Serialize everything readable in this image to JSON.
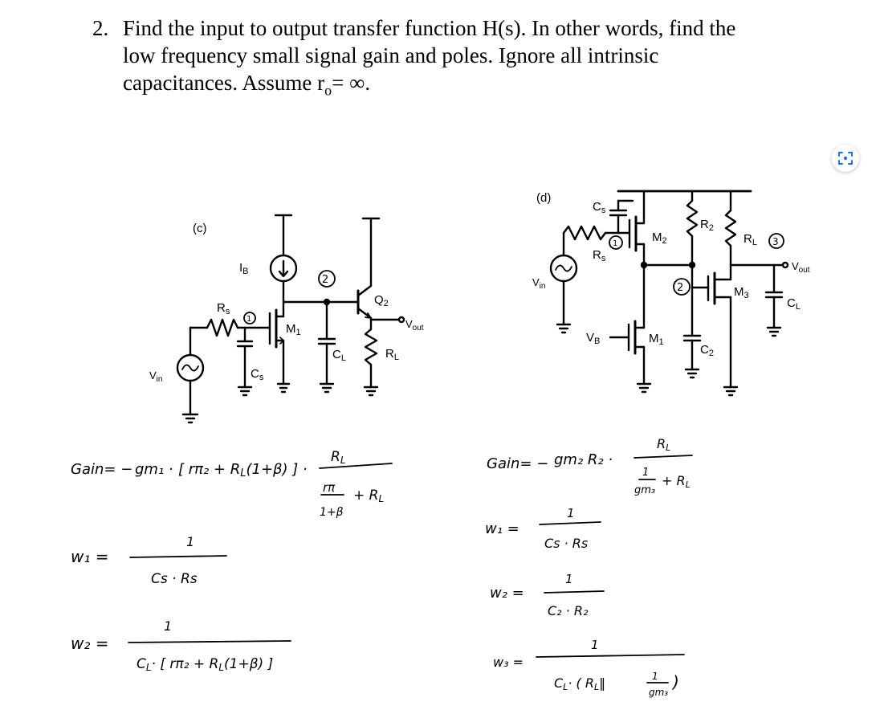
{
  "problem": {
    "number": "2.",
    "lines": [
      "Find the input to output transfer function H(s). In other words, find the",
      "low frequency small signal gain and poles. Ignore all intrinsic",
      "capacitances. Assume r",
      "o",
      "= ∞."
    ]
  },
  "circuit_c": {
    "label": "(c)",
    "vin": "V",
    "vin_sub": "in",
    "ib": "I",
    "ib_sub": "B",
    "rs": "R",
    "rs_sub": "s",
    "m1": "M",
    "m1_sub": "1",
    "cs": "C",
    "cs_sub": "s",
    "cl": "C",
    "cl_sub": "L",
    "q2": "Q",
    "q2_sub": "2",
    "rl": "R",
    "rl_sub": "L",
    "vout": "V",
    "vout_sub": "out",
    "node1": "1",
    "node2": "2"
  },
  "circuit_d": {
    "label": "(d)",
    "vin": "V",
    "vin_sub": "in",
    "cs": "C",
    "cs_sub": "s",
    "rs": "R",
    "rs_sub": "s",
    "m2": "M",
    "m2_sub": "2",
    "r2": "R",
    "r2_sub": "2",
    "rl": "R",
    "rl_sub": "L",
    "vout": "V",
    "vout_sub": "out",
    "m3": "M",
    "m3_sub": "3",
    "cl": "C",
    "cl_sub": "L",
    "vb": "V",
    "vb_sub": "B",
    "m1": "M",
    "m1_sub": "1",
    "c2": "C",
    "c2_sub": "2",
    "node1": "1",
    "node2": "2",
    "node3": "3"
  },
  "handwriting_c": {
    "gain_prefix": "Gain= −",
    "gm1": "gm₁ ·",
    "bracket": "[ rπ₂ + R",
    "bracket2": "L",
    "bracket3": "(1+β) ] ·",
    "frac_num": "R",
    "frac_num_sub": "L",
    "frac_den_a": "rπ",
    "frac_den_b": "1+β",
    "frac_den_c": "+ R",
    "frac_den_c_sub": "L",
    "w1": "w₁ =",
    "w1_num": "1",
    "w1_den": "Cs · Rs",
    "w2": "w₂ =",
    "w2_num": "1",
    "w2_den": "C",
    "w2_den_sub": "L",
    "w2_den_rest": "· [ rπ₂ + R",
    "w2_den_rest2": "L",
    "w2_den_rest3": "(1+β) ]"
  },
  "handwriting_d": {
    "gain": "Gain= −",
    "gm2": "gm₂ R₂ ·",
    "frac_num": "R",
    "frac_num_sub": "L",
    "frac_den_a": "1",
    "frac_den_b": "gm₃",
    "frac_den_c": "+ R",
    "frac_den_c_sub": "L",
    "w1": "w₁ =",
    "w1_num": "1",
    "w1_den": "Cs · Rs",
    "w2": "w₂ =",
    "w2_num": "1",
    "w2_den": "C₂ · R₂",
    "w3": "w₃ =",
    "w3_num": "1",
    "w3_den_a": "C",
    "w3_den_a_sub": "L",
    "w3_den_b": "· ( R",
    "w3_den_b_sub": "L",
    "w3_den_c": "‖",
    "w3_den_d_num": "1",
    "w3_den_d_den": "gm₃",
    "w3_den_e": ")"
  },
  "toolbar": {
    "scan_icon": "scan-icon"
  }
}
